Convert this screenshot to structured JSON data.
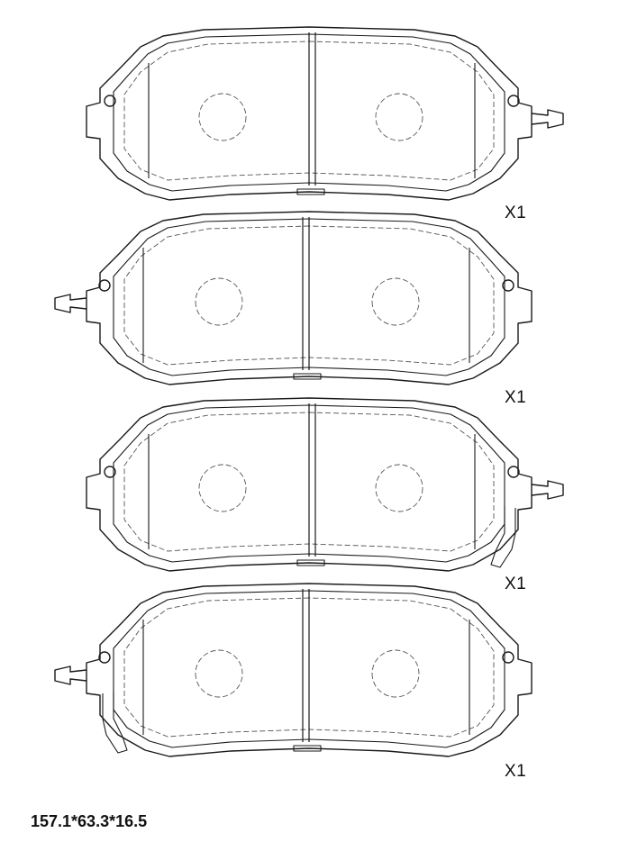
{
  "pads": [
    {
      "quantity": "X1",
      "wear_sensor": "right",
      "clip": "none"
    },
    {
      "quantity": "X1",
      "wear_sensor": "left",
      "clip": "none"
    },
    {
      "quantity": "X1",
      "wear_sensor": "right",
      "clip": "right"
    },
    {
      "quantity": "X1",
      "wear_sensor": "left",
      "clip": "left"
    }
  ],
  "dimensions": "157.1*63.3*16.5",
  "colors": {
    "line": "#1a1a1a",
    "dash": "#555555",
    "background": "#ffffff"
  }
}
